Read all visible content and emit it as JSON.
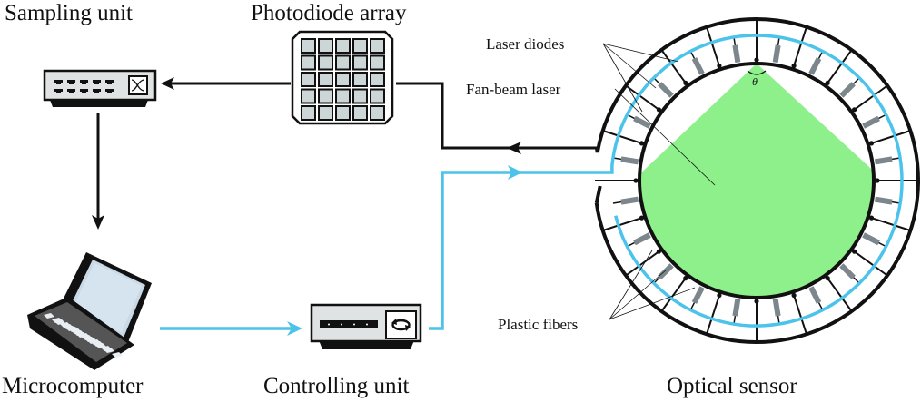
{
  "diagram": {
    "components": [
      {
        "id": "sampling",
        "label": "Sampling unit"
      },
      {
        "id": "photodiode",
        "label": "Photodiode array"
      },
      {
        "id": "microcomputer",
        "label": "Microcomputer"
      },
      {
        "id": "controller",
        "label": "Controlling unit"
      },
      {
        "id": "sensor",
        "label": "Optical sensor"
      }
    ],
    "annotations": {
      "laser_diodes": "Laser diodes",
      "fan_beam": "Fan-beam laser",
      "plastic_fibers": "Plastic fibers",
      "angle_symbol": "θ"
    },
    "photodiode_grid": {
      "rows": 5,
      "cols": 5
    },
    "sensor_element_count": 40,
    "colors": {
      "signal_line": "#111111",
      "control_line": "#4cc3ea",
      "fan_beam": "#8ef08a",
      "device_face": "#dfe3e3",
      "diode_gray": "#7b878c"
    }
  }
}
